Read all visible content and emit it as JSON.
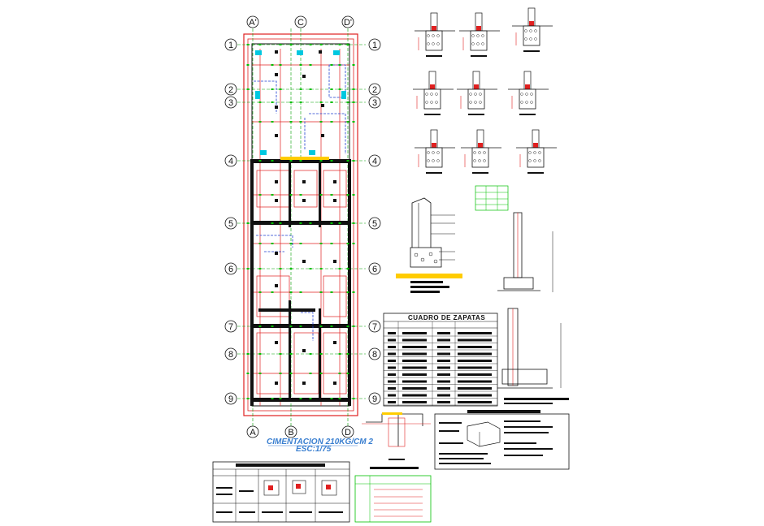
{
  "drawing": {
    "plan_title": "CIMENTACION 210KG/CM 2",
    "plan_scale": "ESC:1/75",
    "footing_table_title": "CUADRO DE ZAPATAS"
  },
  "axes": {
    "top": [
      "A'",
      "C",
      "D'"
    ],
    "bottom": [
      "A",
      "B",
      "D"
    ],
    "rows": [
      "1",
      "2",
      "3",
      "4",
      "5",
      "6",
      "7",
      "8",
      "9"
    ]
  },
  "colors": {
    "wall": "#e02020",
    "grid": "#00c000",
    "concrete": "#111111",
    "hatch": "#1f3fd0",
    "accent": "#ffcc00",
    "note": "#2266cc",
    "column": "#00c8e0"
  }
}
